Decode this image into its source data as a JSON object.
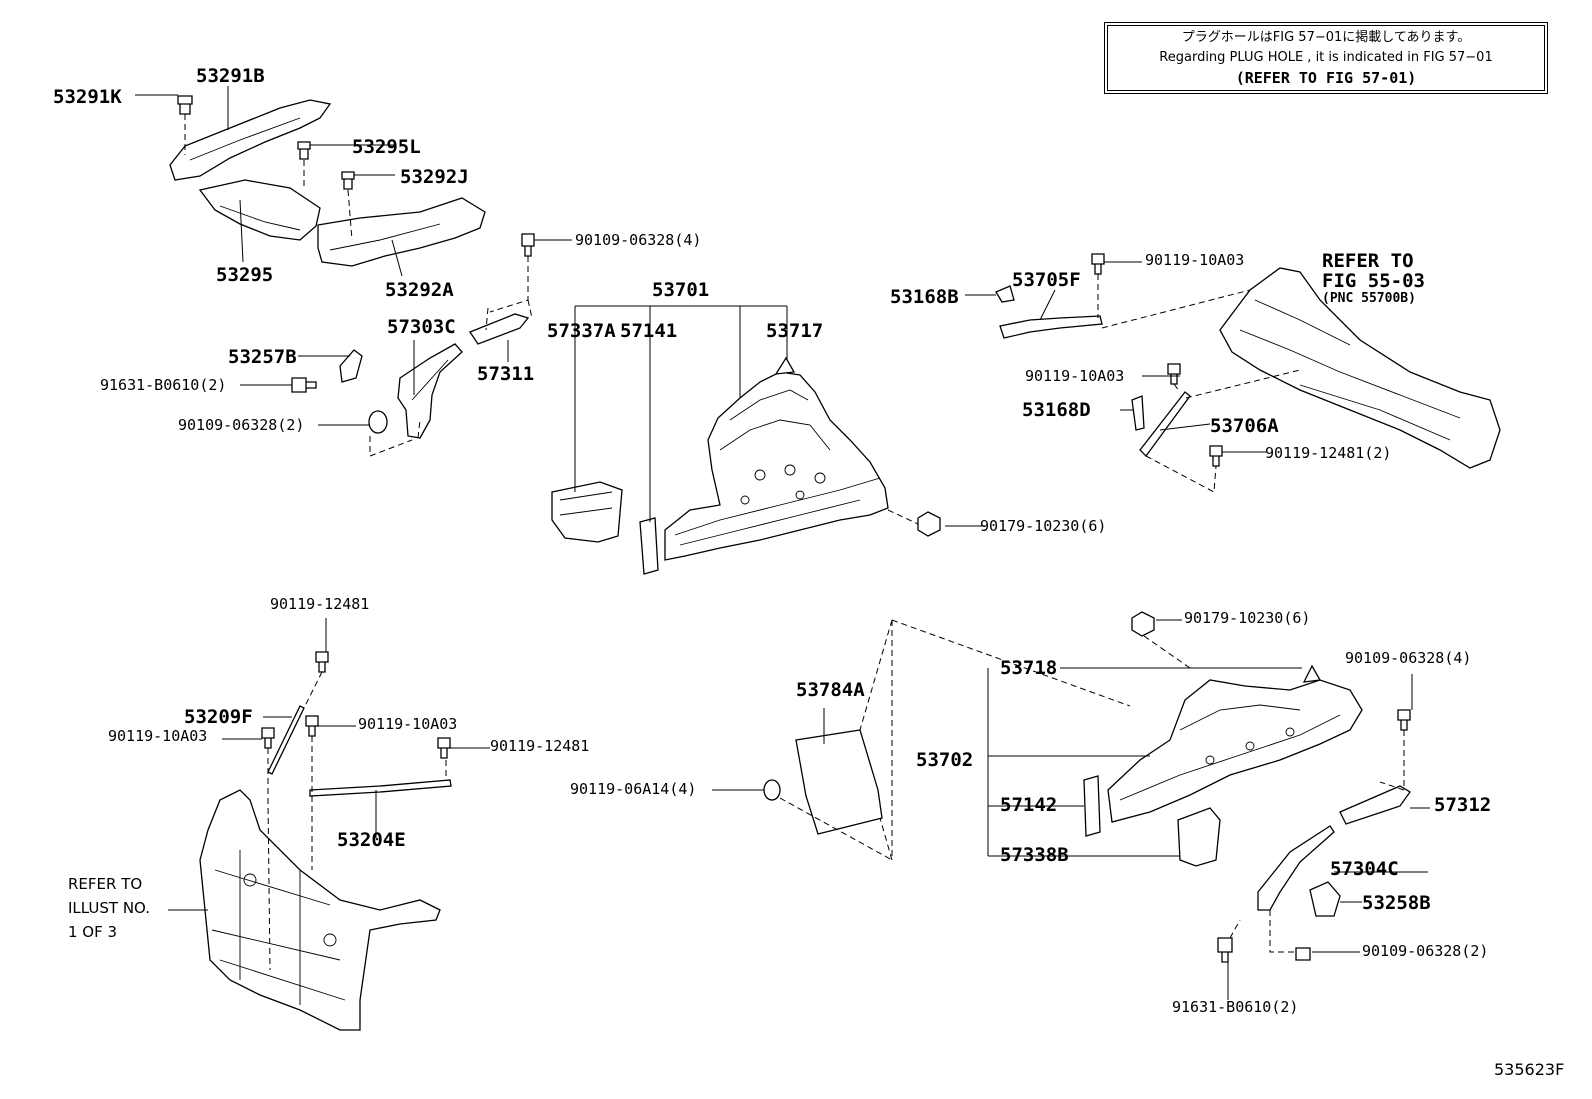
{
  "note": {
    "line_jp": "プラグホールはFIG 57−01に掲載してあります。",
    "line_en": "Regarding PLUG HOLE , it is indicated in FIG 57−01",
    "line_ref": "(REFER TO FIG 57-01)"
  },
  "refs": {
    "illust": [
      "REFER TO",
      "ILLUST NO.",
      "1 OF 3"
    ],
    "fig": [
      "REFER TO",
      "FIG 55-03",
      "(PNC 55700B)"
    ]
  },
  "figure_id": "535623F",
  "labels": [
    "53291K",
    "53291B",
    "53295L",
    "53292J",
    "53295",
    "53292A",
    "90109-06328(4)",
    "57303C",
    "53257B",
    "91631-B0610(2)",
    "90109-06328(2)",
    "57311",
    "53701",
    "57337A",
    "57141",
    "53717",
    "90179-10230(6)",
    "53168B",
    "53705F",
    "90119-10A03",
    "90119-10A03",
    "53168D",
    "53706A",
    "90119-12481(2)",
    "90119-12481",
    "53209F",
    "90119-10A03",
    "90119-10A03",
    "90119-12481",
    "53204E",
    "53784A",
    "90119-06A14(4)",
    "90179-10230(6)",
    "53718",
    "90109-06328(4)",
    "53702",
    "57142",
    "57312",
    "57338B",
    "57304C",
    "53258B",
    "90109-06328(2)",
    "91631-B0610(2)"
  ]
}
